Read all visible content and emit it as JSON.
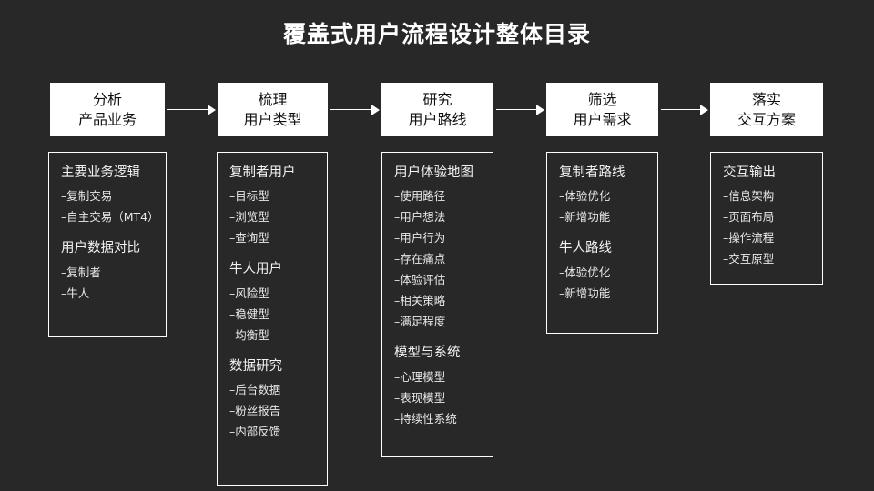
{
  "page": {
    "title": "覆盖式用户流程设计整体目录",
    "background_color": "#282828",
    "text_color": "#ffffff",
    "box_fill_color": "#ffffff",
    "box_text_color": "#111111"
  },
  "stages": [
    {
      "line1": "分析",
      "line2": "产品业务"
    },
    {
      "line1": "梳理",
      "line2": "用户类型"
    },
    {
      "line1": "研究",
      "line2": "用户路线"
    },
    {
      "line1": "筛选",
      "line2": "用户需求"
    },
    {
      "line1": "落实",
      "line2": "交互方案"
    }
  ],
  "arrows": [
    {
      "name": "arrow-1-to-2"
    },
    {
      "name": "arrow-2-to-3"
    },
    {
      "name": "arrow-3-to-4"
    },
    {
      "name": "arrow-4-to-5"
    }
  ],
  "columns": [
    {
      "groups": [
        {
          "title": "主要业务逻辑",
          "items": [
            "–复制交易",
            "–自主交易（MT4）"
          ]
        },
        {
          "title": "用户数据对比",
          "items": [
            "–复制者",
            "–牛人"
          ]
        }
      ]
    },
    {
      "groups": [
        {
          "title": "复制者用户",
          "items": [
            "–目标型",
            "–浏览型",
            "–查询型"
          ]
        },
        {
          "title": "牛人用户",
          "items": [
            "–风险型",
            "–稳健型",
            "–均衡型"
          ]
        },
        {
          "title": "数据研究",
          "items": [
            "–后台数据",
            "–粉丝报告",
            "–内部反馈"
          ]
        }
      ]
    },
    {
      "groups": [
        {
          "title": "用户体验地图",
          "items": [
            "–使用路径",
            "–用户想法",
            "–用户行为",
            "–存在痛点",
            "–体验评估",
            "–相关策略",
            "–满足程度"
          ]
        },
        {
          "title": "模型与系统",
          "items": [
            "–心理模型",
            "–表现模型",
            "–持续性系统"
          ]
        }
      ]
    },
    {
      "groups": [
        {
          "title": "复制者路线",
          "items": [
            "–体验优化",
            "–新增功能"
          ]
        },
        {
          "title": "牛人路线",
          "items": [
            "–体验优化",
            "–新增功能"
          ]
        }
      ]
    },
    {
      "groups": [
        {
          "title": "交互输出",
          "items": [
            "–信息架构",
            "–页面布局",
            "–操作流程",
            "–交互原型"
          ]
        }
      ]
    }
  ]
}
